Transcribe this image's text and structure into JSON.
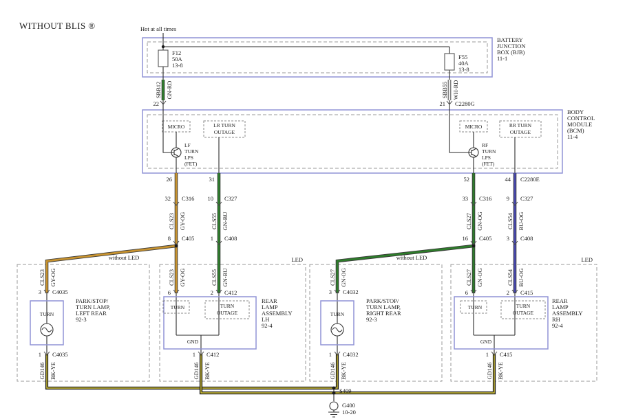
{
  "title": "WITHOUT BLIS ®",
  "colors": {
    "gy_og": "#C8932F",
    "gn": "#2E7D2B",
    "bu_og": "#4747AC",
    "wh": "#EDEDED",
    "bk": "#1b1b1b",
    "ye": "#D9C93A",
    "component_box": "#9093D6",
    "dashed_box": "#9a9a9a"
  },
  "power": {
    "hot_label": "Hot at all times",
    "bjb_label": [
      "BATTERY",
      "JUNCTION",
      "BOX (BJB)",
      "11-1"
    ],
    "fuse_left": [
      "F12",
      "50A",
      "13-8"
    ],
    "fuse_right": [
      "F55",
      "40A",
      "13-8"
    ],
    "feed_left": {
      "pin": "22",
      "circuit": "SBB12",
      "color": "GN-RD"
    },
    "feed_right": {
      "pin": "21",
      "circuit": "SBB55",
      "color": "WH-RD",
      "connector": "C2280G"
    }
  },
  "bcm": {
    "label": [
      "BODY",
      "CONTROL",
      "MODULE",
      "(BCM)",
      "11-4"
    ],
    "left_micro": "MICRO",
    "left_outage": [
      "LR TURN",
      "OUTAGE"
    ],
    "left_fet": [
      "LF",
      "TURN",
      "LPS",
      "(FET)"
    ],
    "right_micro": "MICRO",
    "right_outage": [
      "RR TURN",
      "OUTAGE"
    ],
    "right_fet": [
      "RF",
      "TURN",
      "LPS",
      "(FET)"
    ],
    "pins": {
      "lf_turn": "26",
      "lr_outage": "31",
      "rf_turn": "52",
      "rr_outage": "44",
      "connector": "C2280E"
    }
  },
  "columns": {
    "a": {
      "p1": "32",
      "c1": "C316",
      "circuit": "CLS23",
      "color": "GY-OG",
      "p2": "8",
      "c2": "C405"
    },
    "b": {
      "p1": "10",
      "c1": "C327",
      "circuit": "CLS55",
      "color": "GN-BU",
      "p2": "1",
      "c2": "C408"
    },
    "c": {
      "p1": "33",
      "c1": "C316",
      "circuit": "CLS27",
      "color": "GN-OG",
      "p2": "16",
      "c2": "C405"
    },
    "d": {
      "p1": "9",
      "c1": "C327",
      "circuit": "CLS54",
      "color": "BU-OG",
      "p2": "3",
      "c2": "C408"
    }
  },
  "branches": {
    "left_no_led": "without LED",
    "right_no_led": "without LED",
    "left_led": "LED",
    "right_led": "LED"
  },
  "lamp_lh": {
    "pin_in": "3",
    "conn": "C4035",
    "circuit": "CLS23",
    "color": "GY-OG",
    "turn": "TURN",
    "name": [
      "PARK/STOP/",
      "TURN LAMP,",
      "LEFT REAR",
      "92-3"
    ],
    "pin_out": "1",
    "gnd_circuit": "GD146",
    "gnd_color": "BK-YE"
  },
  "led_lh": {
    "pin_turn": "6",
    "pin_outage": "2",
    "conn": "C412",
    "turn": "TURN",
    "outage": [
      "TURN",
      "OUTAGE"
    ],
    "gnd": "GND",
    "name": [
      "REAR",
      "LAMP",
      "ASSEMBLY",
      "LH",
      "92-4"
    ],
    "pin_out": "1",
    "gnd_circuit": "GD146",
    "gnd_color": "BK-YE"
  },
  "lamp_rh": {
    "pin_in": "3",
    "conn": "C4032",
    "circuit": "CLS27",
    "color": "GN-OG",
    "turn": "TURN",
    "name": [
      "PARK/STOP/",
      "TURN LAMP,",
      "RIGHT REAR",
      "92-3"
    ],
    "pin_out": "1",
    "gnd_circuit": "GD146",
    "gnd_color": "BK-YE"
  },
  "led_rh": {
    "pin_turn": "6",
    "pin_outage": "2",
    "conn": "C415",
    "turn": "TURN",
    "outage": [
      "TURN",
      "OUTAGE"
    ],
    "gnd": "GND",
    "name": [
      "REAR",
      "LAMP",
      "ASSEMBLY",
      "RH",
      "92-4"
    ],
    "pin_out": "1",
    "gnd_circuit": "GD146",
    "gnd_color": "BK-YE"
  },
  "ground": {
    "splice": "S409",
    "g": "G400",
    "g_ref": "10-20"
  }
}
